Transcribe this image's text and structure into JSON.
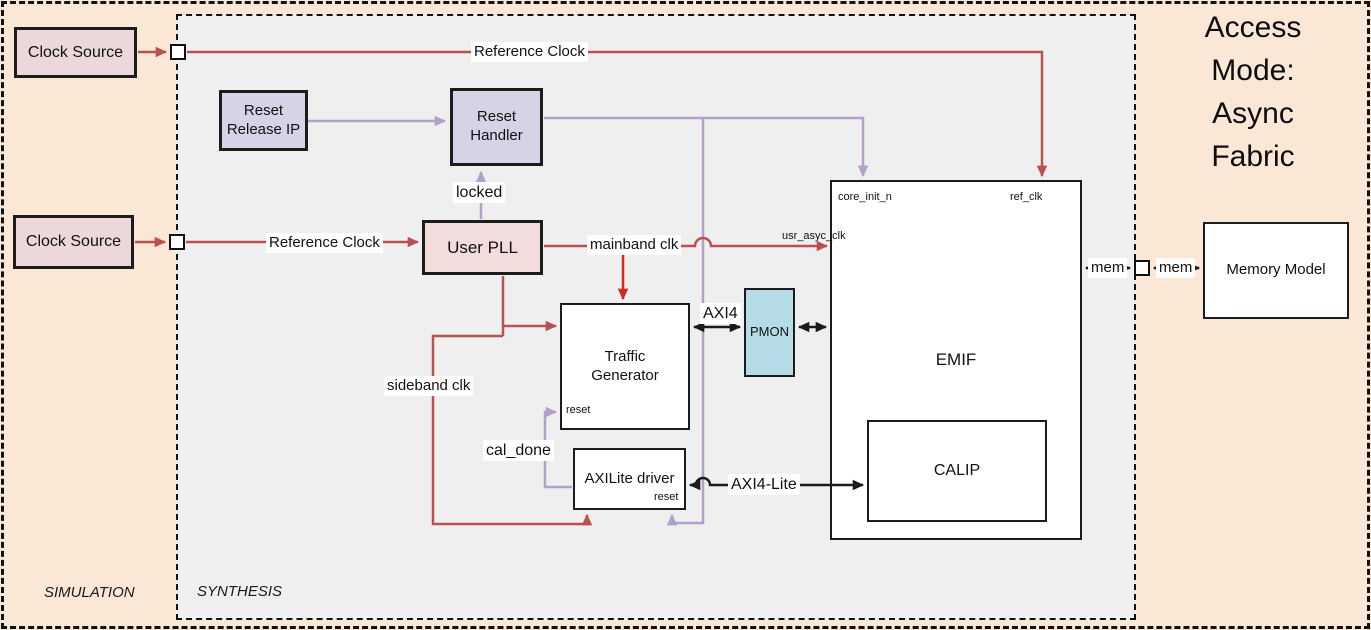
{
  "title": {
    "line1": "Access",
    "line2": "Mode:",
    "line3": "Async",
    "line4": "Fabric"
  },
  "regions": {
    "simulation_label": "SIMULATION",
    "synthesis_label": "SYNTHESIS"
  },
  "blocks": {
    "clock_source_top": {
      "label": "Clock Source"
    },
    "clock_source_bottom": {
      "label": "Clock Source"
    },
    "reset_release_ip": {
      "line1": "Reset",
      "line2": "Release IP"
    },
    "reset_handler": {
      "line1": "Reset",
      "line2": "Handler"
    },
    "user_pll": {
      "label": "User PLL"
    },
    "traffic_generator": {
      "line1": "Traffic",
      "line2": "Generator",
      "reset_port": "reset"
    },
    "axilite_driver": {
      "label": "AXILite driver",
      "reset_port": "reset"
    },
    "pmon": {
      "label": "PMON"
    },
    "emif": {
      "label": "EMIF",
      "port_core_init_n": "core_init_n",
      "port_ref_clk": "ref_clk",
      "port_usr_asyc_clk": "usr_asyc_clk"
    },
    "calip": {
      "label": "CALIP"
    },
    "memory_model": {
      "label": "Memory Model"
    }
  },
  "signals": {
    "reference_clock_top": "Reference Clock",
    "reference_clock_mid": "Reference Clock",
    "locked": "locked",
    "mainband_clk": "mainband clk",
    "sideband_clk": "sideband clk",
    "cal_done": "cal_done",
    "axi4": "AXI4",
    "axi4_lite": "AXI4-Lite",
    "mem_left": "mem",
    "mem_right": "mem"
  },
  "colors": {
    "background_peach": "#fbe7d6",
    "synthesis_gray": "#f0eff0",
    "clock_line_red": "#b9524e",
    "clock_drop_red": "#cf2b23",
    "reset_line_purple": "#b1a1ca",
    "bus_line_black": "#1a1a1a",
    "clock_source_fill": "#ead8db",
    "reset_block_fill": "#d7d2e6",
    "user_pll_fill": "#f2dcdc",
    "pmon_fill": "#b5dbe6"
  }
}
